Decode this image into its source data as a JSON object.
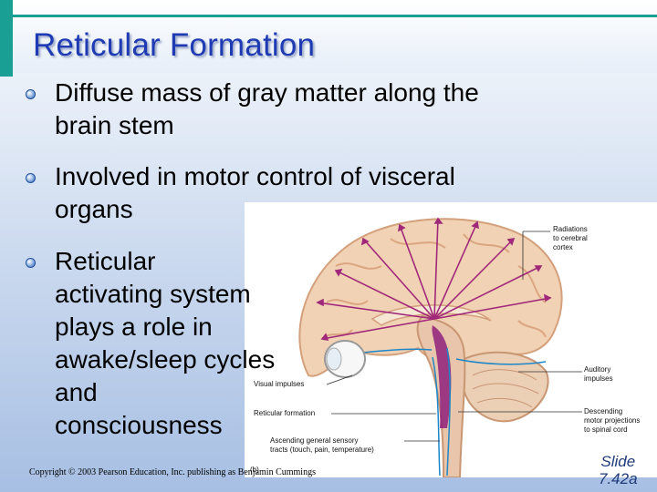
{
  "slide": {
    "title": "Reticular Formation",
    "bullets": [
      {
        "line1": "Diffuse mass of gray matter along the",
        "line2": "brain stem"
      },
      {
        "line1": "Involved in motor control of visceral",
        "line2": "organs"
      },
      {
        "line1": "Reticular",
        "line2": "activating system",
        "line3": "plays a role in",
        "line4": "awake/sleep cycles",
        "line5": "and",
        "line6": "consciousness"
      }
    ],
    "copyright": "Copyright © 2003 Pearson Education, Inc. publishing as Benjamin Cummings",
    "slide_label": "Slide",
    "slide_number": "7.42a"
  },
  "figure": {
    "labels": {
      "radiations": [
        "Radiations",
        "to cerebral",
        "cortex"
      ],
      "auditory": [
        "Auditory",
        "impulses"
      ],
      "descending": [
        "Descending",
        "motor projections",
        "to spinal cord"
      ],
      "visual": "Visual impulses",
      "reticular": "Reticular formation",
      "ascending": [
        "Ascending general sensory",
        "tracts (touch, pain, temperature)"
      ],
      "panel": "(b)"
    },
    "colors": {
      "arrows": "#a0287a",
      "ascending": "#1c86c7",
      "brain": "#f1d2b4"
    }
  }
}
